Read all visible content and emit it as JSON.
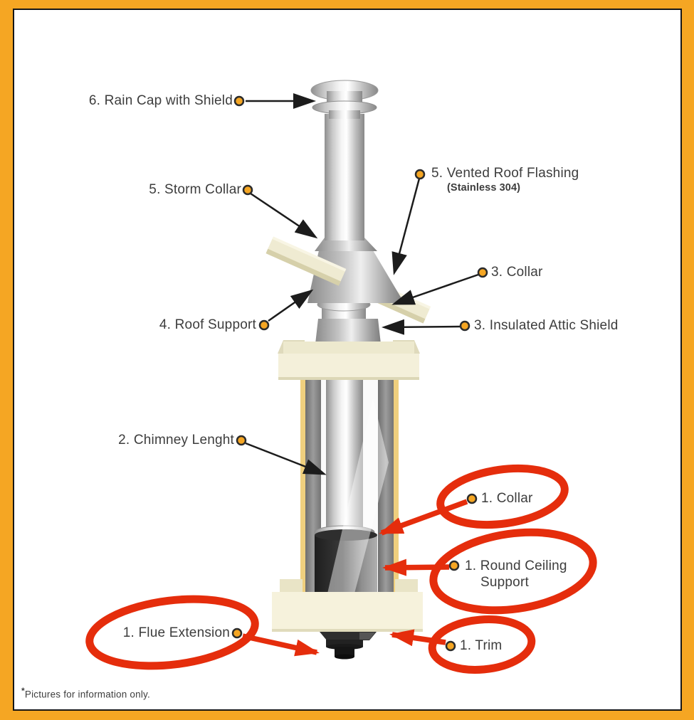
{
  "frame": {
    "border_color": "#F5A623",
    "inner_line_color": "#161616",
    "background": "#FFFFFF"
  },
  "diagram": {
    "labels": [
      {
        "id": "rain-cap-with-shield",
        "text": "6. Rain Cap with Shield"
      },
      {
        "id": "storm-collar",
        "text": "5. Storm Collar"
      },
      {
        "id": "vented-roof-flashing",
        "text": "5. Vented Roof Flashing",
        "subtext": "(Stainless 304)"
      },
      {
        "id": "collar-upper",
        "text": "3. Collar"
      },
      {
        "id": "roof-support",
        "text": "4. Roof Support"
      },
      {
        "id": "insulated-attic-shield",
        "text": "3. Insulated Attic Shield"
      },
      {
        "id": "chimney-lenght",
        "text": "2. Chimney Lenght"
      },
      {
        "id": "collar-lower",
        "text": "1. Collar",
        "highlighted": true
      },
      {
        "id": "round-ceiling-support",
        "text": "1. Round Ceiling",
        "text2": "Support",
        "highlighted": true
      },
      {
        "id": "flue-extension",
        "text": "1. Flue Extension",
        "highlighted": true
      },
      {
        "id": "trim",
        "text": "1. Trim",
        "highlighted": true
      }
    ],
    "footnote": {
      "marker": "*",
      "text": "Pictures for information only."
    },
    "colors": {
      "frame_orange": "#F5A623",
      "arrow_black": "#1C1C1C",
      "highlight_red": "#E52D0C",
      "label_text": "#3D3D3D",
      "connector_dot_fill": "#F5A623",
      "connector_dot_ring": "#2B2B2B",
      "support_cream": "#F4F0DA"
    }
  }
}
